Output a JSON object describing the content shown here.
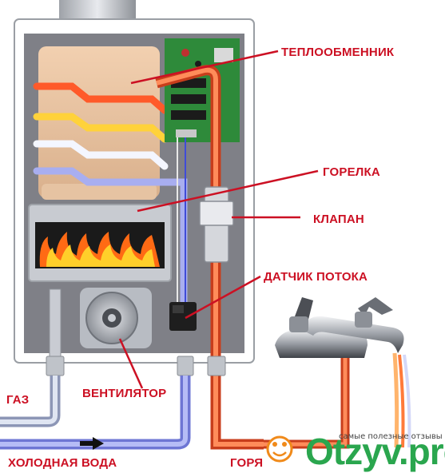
{
  "labels": {
    "heat_exchanger": "ТЕПЛООБМЕННИК",
    "burner": "ГОРЕЛКА",
    "valve": "КЛАПАН",
    "flow_sensor": "ДАТЧИК ПОТОКА",
    "fan": "ВЕНТИЛЯТОР",
    "gas": "ГАЗ",
    "cold_water": "ХОЛОДНАЯ ВОДА",
    "hot_water": "ГОРЯ"
  },
  "watermark": {
    "site": "Otzyv.pro",
    "tagline": "самые полезные отзывы"
  },
  "colors": {
    "accent_red": "#cc1023",
    "hot_pipe": "#e8562a",
    "cold_pipe": "#9aa0e8",
    "gas_pipe": "#c9d2e6",
    "case_frame": "#ffffff",
    "case_inner": "#7f8087",
    "pcb_green": "#2e8a3a",
    "watermark_green": "#2aa64e"
  },
  "icons": [
    "fan-icon",
    "flame-icon",
    "faucet-icon",
    "flow-arrow-icon",
    "watermark-logo-icon"
  ]
}
